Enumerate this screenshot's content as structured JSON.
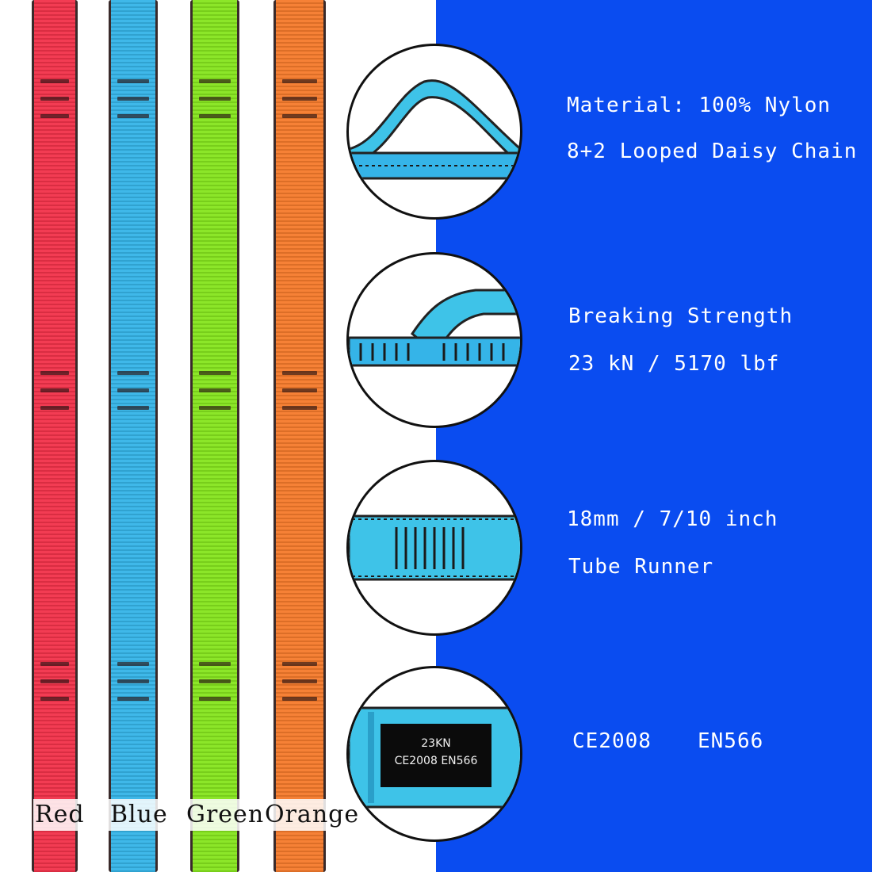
{
  "colors": {
    "panel_blue": "#0a4cf0",
    "red": "#f2324a",
    "blue": "#35b4e8",
    "green": "#86e51e",
    "orange": "#f57a2b",
    "webbing_cyan": "#3ec3e8"
  },
  "straps": [
    {
      "label": "Red",
      "color": "#f2324a"
    },
    {
      "label": "Blue",
      "color": "#35b4e8"
    },
    {
      "label": "Green",
      "color": "#86e51e"
    },
    {
      "label": "Orange",
      "color": "#f57a2b"
    }
  ],
  "specs": {
    "material": "Material: 100% Nylon",
    "chain": "8+2 Looped Daisy Chain",
    "strength_title": "Breaking Strength",
    "strength_value": "23 kN / 5170 lbf",
    "width": "18mm / 7/10 inch",
    "type": "Tube Runner",
    "cert_1": "CE2008",
    "cert_2": "EN566"
  },
  "tag": {
    "line1": "23KN",
    "line2": "CE2008 EN566"
  }
}
